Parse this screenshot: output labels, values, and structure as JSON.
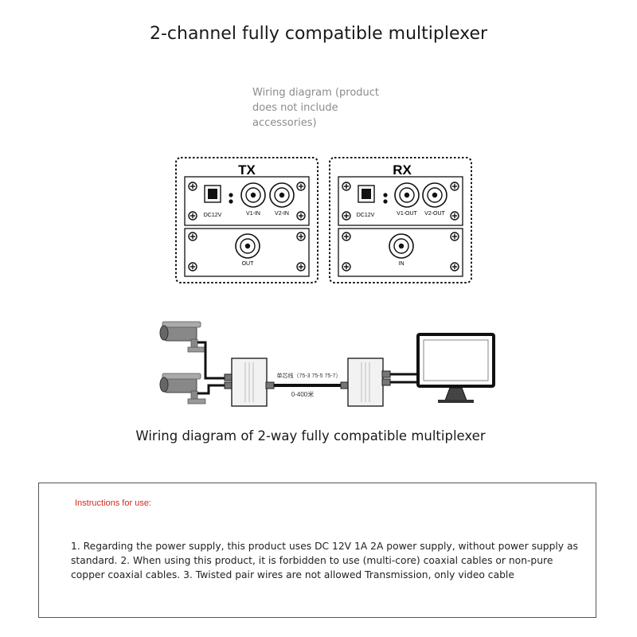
{
  "title": "2-channel fully compatible multiplexer",
  "note": "Wiring diagram (product does not include accessories)",
  "tx": {
    "label": "TX",
    "power": "DC12V",
    "port1": "V1-IN",
    "port2": "V2-IN",
    "bottom_port": "OUT"
  },
  "rx": {
    "label": "RX",
    "power": "DC12V",
    "port1": "V1-OUT",
    "port2": "V2-OUT",
    "bottom_port": "IN"
  },
  "cable": {
    "type_label": "单芯线（75-3 75-5 75-7）",
    "distance": "0-400米"
  },
  "caption": "Wiring diagram of 2-way fully compatible multiplexer",
  "instructions": {
    "heading": "Instructions for use:",
    "body": "1. Regarding the power supply, this product uses DC 12V 1A 2A power supply, without power supply as standard. 2. When using this product, it is forbidden to use (multi-core) coaxial cables or non-pure copper coaxial cables. 3. Twisted pair wires are not allowed Transmission, only video cable"
  }
}
